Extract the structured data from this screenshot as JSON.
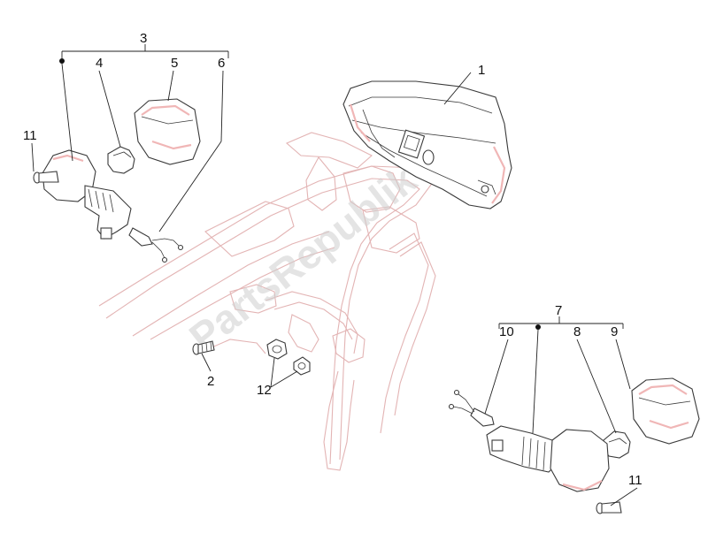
{
  "colors": {
    "line": "#222222",
    "part_outline": "#3a3a3a",
    "frame_outline": "#e3b4b4",
    "lens_highlight": "#f0b6b6",
    "watermark": "#cfcfcf"
  },
  "watermark": {
    "text": "PartsRepublik"
  },
  "labels": {
    "tail_light": "1",
    "screw": "2",
    "left_indicator_group": "3",
    "left_bulb": "4",
    "left_lens": "5",
    "left_bulb_holder": "6",
    "right_indicator_group": "7",
    "right_bulb": "8",
    "right_lens": "9",
    "right_bulb_holder": "10",
    "left_screw": "11",
    "right_screw": "11",
    "nuts": "12"
  }
}
